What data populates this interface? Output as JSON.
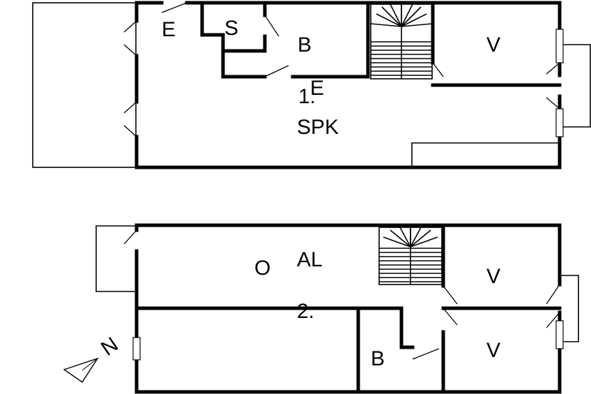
{
  "floor1": {
    "level_label": "1.",
    "rooms": {
      "entry": "E",
      "storage": "S",
      "bath": "B",
      "bedroom": "V",
      "living": "SPK",
      "entry_overlap": "E"
    }
  },
  "floor2": {
    "level_label": "2.",
    "rooms": {
      "open_area": "O",
      "alcove": "AL",
      "bedroom_top": "V",
      "bedroom_bottom": "V",
      "bath": "B"
    }
  },
  "compass": {
    "north_label": "N"
  }
}
